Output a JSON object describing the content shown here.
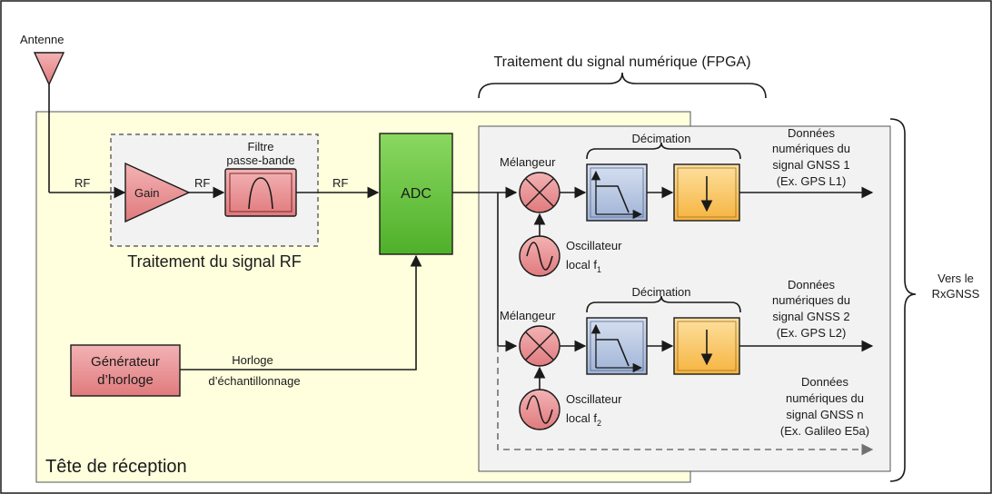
{
  "antenna": {
    "label": "Antenne"
  },
  "fpga": {
    "label": "Traitement du signal numérique (FPGA)"
  },
  "frontend": {
    "label": "Tête de réception"
  },
  "rf_block": {
    "label": "Traitement du signal RF"
  },
  "signals": {
    "rf1": "RF",
    "rf2": "RF",
    "rf3": "RF"
  },
  "gain": {
    "label": "Gain"
  },
  "filter": {
    "label_line1": "Filtre",
    "label_line2": "passe-bande"
  },
  "adc": {
    "label": "ADC"
  },
  "clock": {
    "generator_line1": "Générateur",
    "generator_line2": "d’horloge",
    "signal_line1": "Horloge",
    "signal_line2": "d’échantillonnage"
  },
  "channels": [
    {
      "mixer_label": "Mélangeur",
      "decimation_label": "Décimation",
      "osc_line1": "Oscillateur",
      "osc_line2": "local f",
      "osc_sub": "1",
      "output_lines": [
        "Données",
        "numériques du",
        "signal GNSS 1",
        "(Ex. GPS L1)"
      ]
    },
    {
      "mixer_label": "Mélangeur",
      "decimation_label": "Décimation",
      "osc_line1": "Oscillateur",
      "osc_line2": "local f",
      "osc_sub": "2",
      "output_lines": [
        "Données",
        "numériques du",
        "signal GNSS 2",
        "(Ex. GPS L2)"
      ]
    }
  ],
  "channel_n": {
    "output_lines": [
      "Données",
      "numériques du",
      "signal GNSS n",
      "(Ex. Galileo E5a)"
    ]
  },
  "receiver": {
    "line1": "Vers le",
    "line2": "RxGNSS"
  },
  "colors": {
    "frontend_fill": "#ffffdd",
    "fpga_fill": "#f2f2f2",
    "gain_fill": "#e8878a",
    "filter_fill": "#e8878a",
    "adc_fill": "#5fc236",
    "lowpass_fill": "#aebfdc",
    "decimator_fill": "#f9c258"
  }
}
